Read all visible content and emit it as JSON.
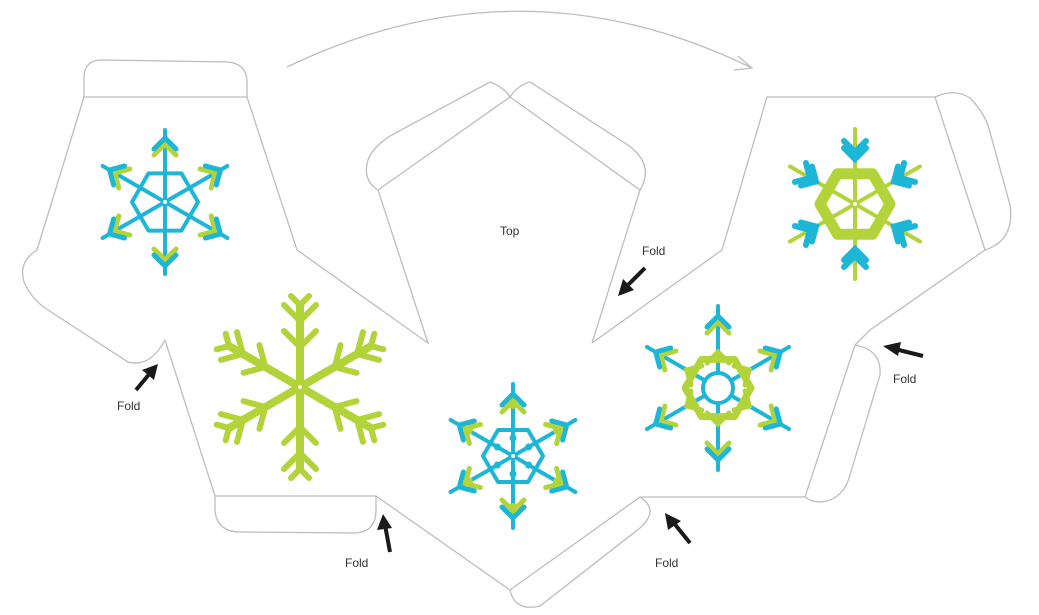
{
  "labels": {
    "top": "Top",
    "fold_left": "Fold",
    "fold_bottom_left": "Fold",
    "fold_bottom_right": "Fold",
    "fold_right": "Fold",
    "fold_top_right": "Fold"
  },
  "colors": {
    "blue": "#1db6d6",
    "green": "#b3d33a",
    "outline": "#bdbdbd",
    "arrow": "#1a1a1a"
  },
  "snowflakes": [
    {
      "name": "snowflake-top-left",
      "style": "blue-hex"
    },
    {
      "name": "snowflake-left-green",
      "style": "green-star"
    },
    {
      "name": "snowflake-center",
      "style": "blue-hex-dots"
    },
    {
      "name": "snowflake-right",
      "style": "green-hex-ring"
    },
    {
      "name": "snowflake-top-right",
      "style": "green-bold-hex"
    }
  ]
}
